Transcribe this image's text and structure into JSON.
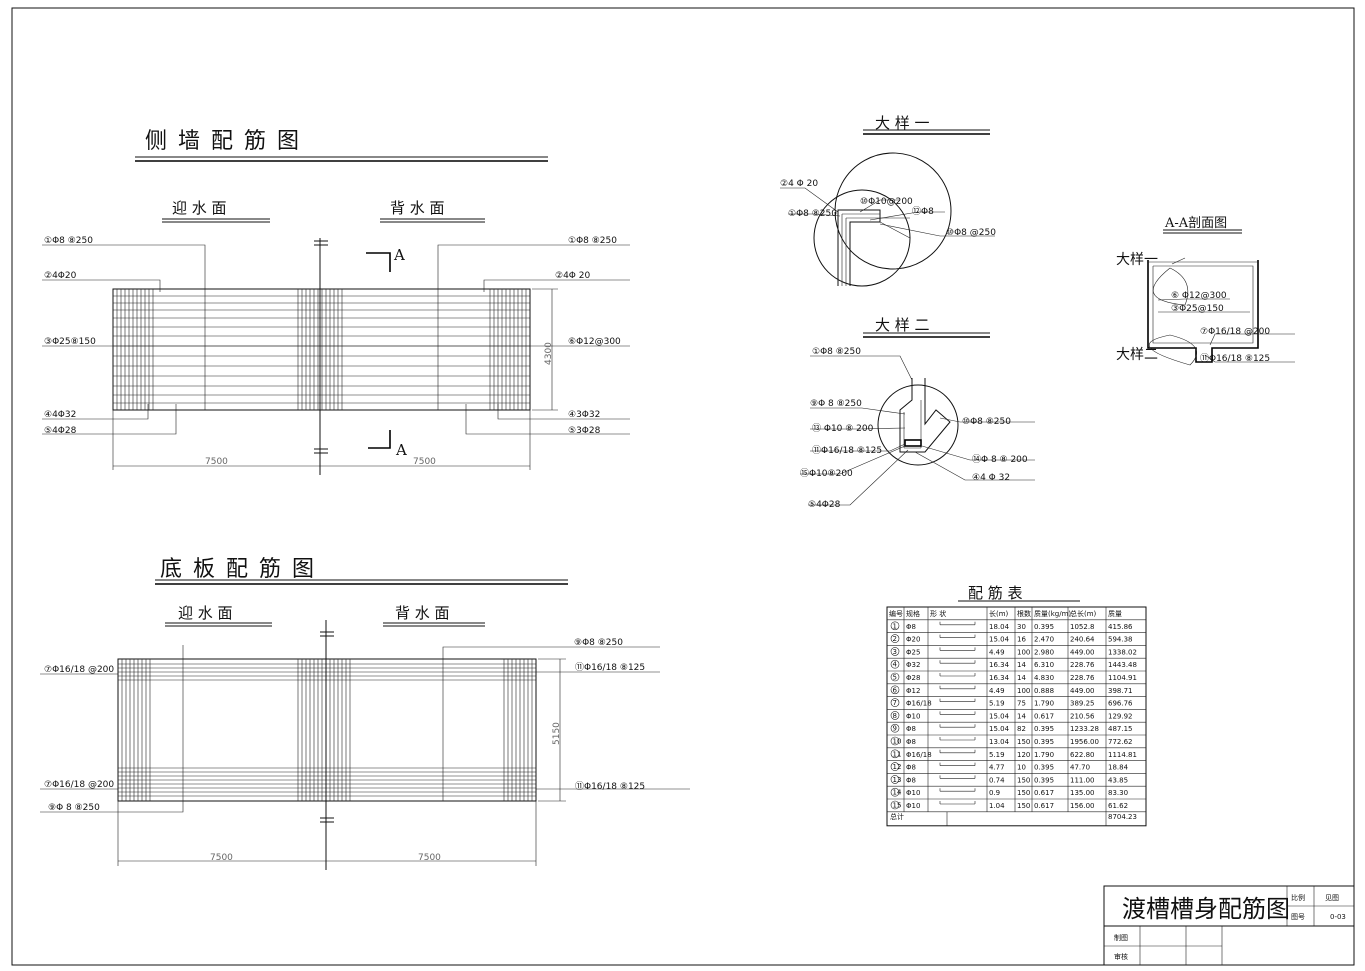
{
  "titles": {
    "side_wall": "侧 墙 配 筋 图",
    "base_plate": "底 板 配 筋 图",
    "detail_1": "大 样 一",
    "detail_2": "大 样 二",
    "section": "A-A剖面图",
    "rebar_table": "配 筋 表"
  },
  "faces": {
    "upstream": "迎 水 面",
    "downstream": "背 水 面"
  },
  "section_marks": {
    "a_top": "A",
    "a_bottom": "A"
  },
  "side_wall_labels": {
    "l1": "①Φ8 ⑧250",
    "l2": "②4Φ20",
    "l3": "③Φ25⑧150",
    "l4": "④4Φ32",
    "l5": "⑤4Φ28",
    "r1": "①Φ8 ⑧250",
    "r2": "②4Φ 20",
    "r3": "⑥Φ12@300",
    "r4": "④3Φ32",
    "r5": "⑤3Φ28",
    "height": "4300",
    "len_left": "7500",
    "len_right": "7500"
  },
  "base_plate_labels": {
    "l1": "⑦Φ16/18 @200",
    "l2": "⑦Φ16/18 @200",
    "l3": "⑨Φ 8 ⑧250",
    "r1": "⑨Φ8 ⑧250",
    "r2": "⑪Φ16/18 ⑧125",
    "r3": "⑪Φ16/18 ⑧125",
    "width": "5150",
    "len_left": "7500",
    "len_right": "7500"
  },
  "detail_1_labels": {
    "a": "②4 Φ 20",
    "b": "①Φ8 ⑧250",
    "c": "⑩Φ10@200",
    "d": "⑫Φ8",
    "e": "⑩Φ8 @250"
  },
  "detail_2_labels": {
    "a": "①Φ8 ⑧250",
    "b": "⑨Φ 8 ⑧250",
    "c": "⑬ Φ10 ⑧ 200",
    "d": "⑪Φ16/18 ⑧125",
    "e": "⑮Φ10⑧200",
    "f": "⑤4Φ28",
    "g": "⑩Φ8 ⑧250",
    "h": "⑭Φ 8 ⑧ 200",
    "i": "④4 Φ 32"
  },
  "section_labels": {
    "d1": "大样一",
    "d2": "大样二",
    "a": "⑥ Φ12@300",
    "b": "③Φ25@150",
    "c": "⑦Φ16/18 @200",
    "d": "⑪Φ16/18 ⑧125"
  },
  "rebar_table": {
    "headers": [
      "编号",
      "规格",
      "形 状",
      "长(m)",
      "根数",
      "质量(kg/m)",
      "总长(m)",
      "质量"
    ],
    "rows": [
      [
        "1",
        "Φ8",
        "",
        "18.04",
        "30",
        "0.395",
        "1052.8",
        "415.86"
      ],
      [
        "2",
        "Φ20",
        "",
        "15.04",
        "16",
        "2.470",
        "240.64",
        "594.38"
      ],
      [
        "3",
        "Φ25",
        "",
        "4.49",
        "100",
        "2.980",
        "449.00",
        "1338.02"
      ],
      [
        "4",
        "Φ32",
        "",
        "16.34",
        "14",
        "6.310",
        "228.76",
        "1443.48"
      ],
      [
        "5",
        "Φ28",
        "",
        "16.34",
        "14",
        "4.830",
        "228.76",
        "1104.91"
      ],
      [
        "6",
        "Φ12",
        "",
        "4.49",
        "100",
        "0.888",
        "449.00",
        "398.71"
      ],
      [
        "7",
        "Φ16/18",
        "",
        "5.19",
        "75",
        "1.790",
        "389.25",
        "696.76"
      ],
      [
        "8",
        "Φ10",
        "",
        "15.04",
        "14",
        "0.617",
        "210.56",
        "129.92"
      ],
      [
        "9",
        "Φ8",
        "",
        "15.04",
        "82",
        "0.395",
        "1233.28",
        "487.15"
      ],
      [
        "10",
        "Φ8",
        "",
        "13.04",
        "150",
        "0.395",
        "1956.00",
        "772.62"
      ],
      [
        "11",
        "Φ16/18",
        "",
        "5.19",
        "120",
        "1.790",
        "622.80",
        "1114.81"
      ],
      [
        "12",
        "Φ8",
        "",
        "4.77",
        "10",
        "0.395",
        "47.70",
        "18.84"
      ],
      [
        "13",
        "Φ8",
        "",
        "0.74",
        "150",
        "0.395",
        "111.00",
        "43.85"
      ],
      [
        "14",
        "Φ10",
        "",
        "0.9",
        "150",
        "0.617",
        "135.00",
        "83.30"
      ],
      [
        "15",
        "Φ10",
        "",
        "1.04",
        "150",
        "0.617",
        "156.00",
        "61.62"
      ]
    ],
    "total_label": "总计",
    "total_value": "8704.23"
  },
  "title_block": {
    "drawing_title": "渡槽槽身配筋图",
    "scale_label": "比例",
    "scale_value": "见图",
    "number_label": "图号",
    "number_value": "0-03",
    "drawn_by": "制图",
    "checked_by": "审核"
  }
}
